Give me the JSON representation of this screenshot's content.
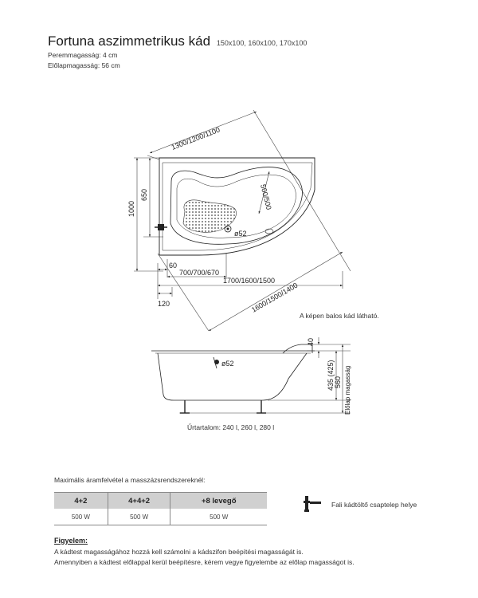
{
  "header": {
    "title": "Fortuna aszimmetrikus kád",
    "sizes": "150x100, 160x100, 170x100",
    "rim_height": "Peremmagasság: 4 cm",
    "panel_height": "Előlapmagasság: 56 cm"
  },
  "plan_view": {
    "dim_top": "1300/1200/1100",
    "dim_left_outer": "1000",
    "dim_left_inner": "650",
    "dim_diag_inner": "500/500",
    "drain": "ø52",
    "dim_60": "60",
    "dim_inner_width": "700/700/670",
    "dim_width": "1700/1600/1500",
    "dim_120": "120",
    "dim_diagonal": "1600/1500/1400",
    "caption": "A képen balos kád látható."
  },
  "side_view": {
    "dim_40": "40",
    "dim_435": "435 (425)",
    "dim_560": "560",
    "panel_label": "Előlap magasság",
    "drain": "ø52",
    "volume": "Űrtartalom: 240 l, 260 l, 280 l"
  },
  "power_table": {
    "label": "Maximális áramfelvétel a masszázsrendszereknél:",
    "headers": [
      "4+2",
      "4+4+2",
      "+8 levegő"
    ],
    "values": [
      "500 W",
      "500 W",
      "500 W"
    ]
  },
  "legend": {
    "icon": "faucet-icon",
    "text": "Fali kádtöltő csaptelep helye"
  },
  "notes": {
    "title": "Figyelem:",
    "line1": "A kádtest magasságához hozzá kell számolni a kádszifon beépítési magasságát is.",
    "line2": "Amennyiben a kádtest előlappal kerül beépítésre, kérem vegye figyelembe az előlap magasságot is."
  }
}
